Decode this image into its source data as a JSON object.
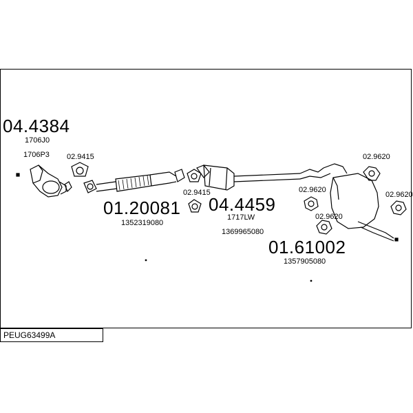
{
  "labels": {
    "part_a_number": "04.4384",
    "part_a_code1": "1706J0",
    "part_a_code2": "1706P3",
    "gasket_a": "02.9415",
    "part_b_number": "01.20081",
    "part_b_code": "1352319080",
    "gasket_b": "02.9415",
    "part_c_number": "04.4459",
    "part_c_code1": "1717LW",
    "part_c_code2": "1369965080",
    "mount_1": "02.9620",
    "mount_2": "02.9620",
    "mount_3": "02.9620",
    "mount_4": "02.9620",
    "part_d_number": "01.61002",
    "part_d_code": "1357905080"
  },
  "reference": "PEUG63499A"
}
